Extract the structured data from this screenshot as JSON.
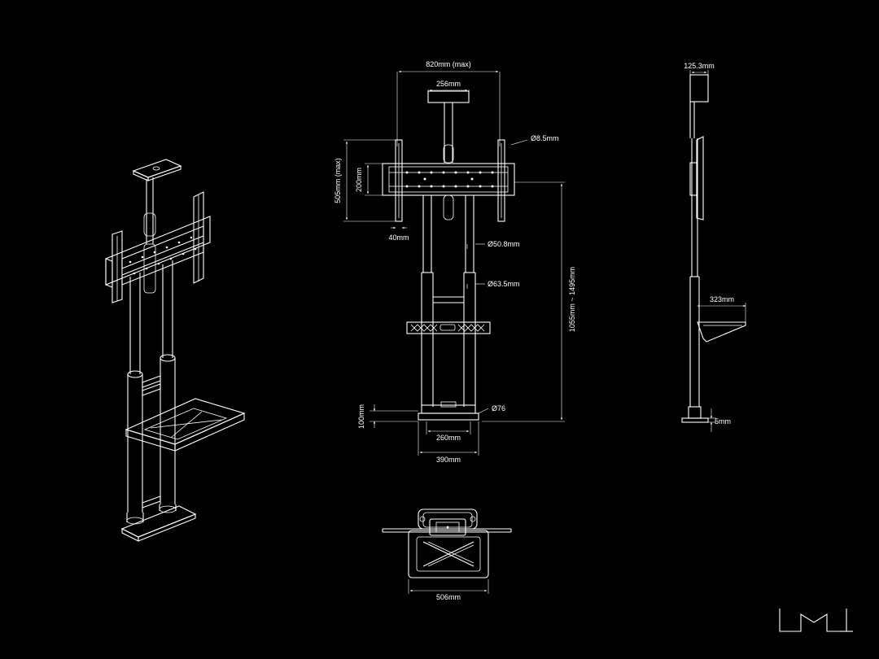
{
  "dimensions": {
    "width_max": "820mm (max)",
    "top_plate": "256mm",
    "hole": "Ø8.5mm",
    "height_max": "505mm (max)",
    "bracket_height": "200mm",
    "rail_width": "40mm",
    "upper_tube": "Ø50.8mm",
    "lower_tube": "Ø63.5mm",
    "height_range": "1055mm ~ 1495mm",
    "base_offset": "100mm",
    "foot_tube": "Ø76",
    "base_inner": "260mm",
    "base_outer": "390mm",
    "side_top": "125.3mm",
    "shelf_depth": "323mm",
    "base_thickness": "5mm",
    "shelf_width": "506mm"
  },
  "brand": {
    "logo": "logo-mark"
  },
  "colors": {
    "background": "#000000",
    "line": "#ffffff"
  }
}
